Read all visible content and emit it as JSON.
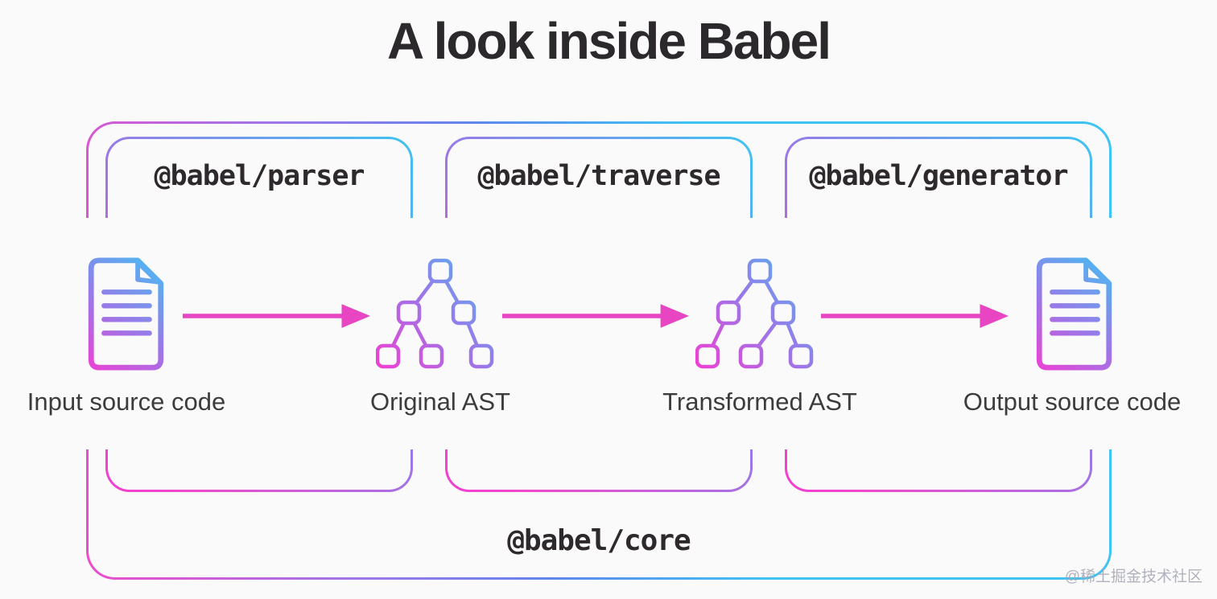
{
  "page": {
    "title": "A look inside Babel",
    "watermark": "@稀土掘金技术社区",
    "background": "#fbfafa"
  },
  "colors": {
    "bg": "#fbfafa",
    "pink": "#ee4bca",
    "magenta": "#f23ed2",
    "purple": "#9a78e8",
    "blue": "#5f86ec",
    "cyan": "#3ec4f3",
    "arrow": "#e845c3",
    "title-text": "#2c292c",
    "mono-text": "#2d292c",
    "caption-text": "#3c3c3c",
    "watermark-text": "#a3a6b3"
  },
  "core": {
    "label": "@babel/core"
  },
  "packages": [
    {
      "label": "@babel/parser"
    },
    {
      "label": "@babel/traverse"
    },
    {
      "label": "@babel/generator"
    }
  ],
  "pipeline": [
    {
      "icon": "document-icon",
      "label": "Input source code"
    },
    {
      "icon": "ast-tree-icon",
      "label": "Original AST"
    },
    {
      "icon": "ast-tree-icon",
      "label": "Transformed AST"
    },
    {
      "icon": "document-icon",
      "label": "Output source code"
    }
  ]
}
